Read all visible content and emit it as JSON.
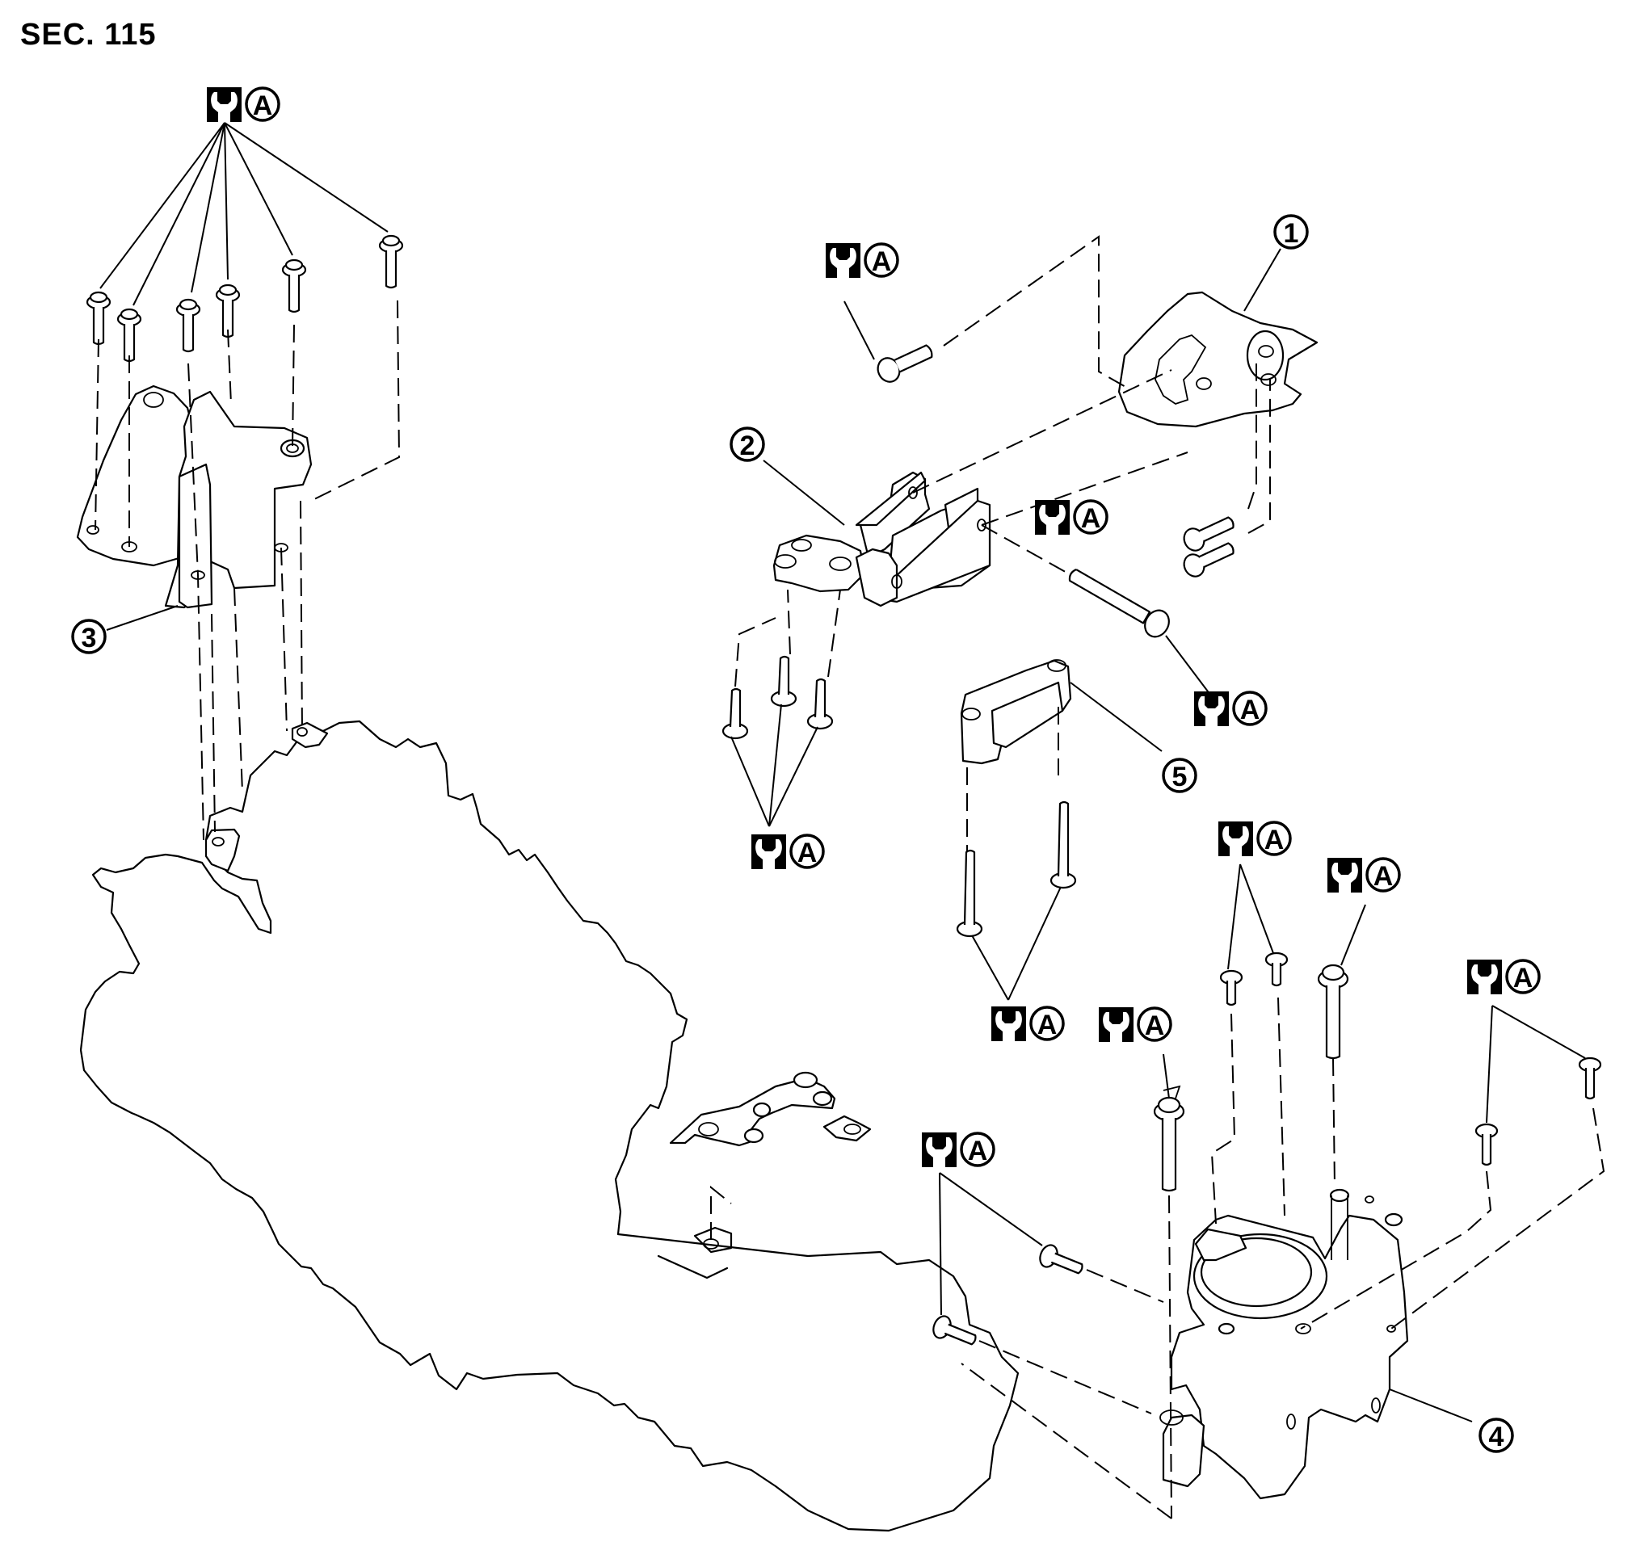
{
  "header": {
    "section_label": "SEC. 115"
  },
  "torque_symbol": {
    "icon": "torque-wrench-icon",
    "spec_letter": "A",
    "meaning": "tightening torque spec A"
  },
  "torque_labels": [
    {
      "id": "t1",
      "letter": "A"
    },
    {
      "id": "t2",
      "letter": "A"
    },
    {
      "id": "t3",
      "letter": "A"
    },
    {
      "id": "t4",
      "letter": "A"
    },
    {
      "id": "t5",
      "letter": "A"
    },
    {
      "id": "t6",
      "letter": "A"
    },
    {
      "id": "t7",
      "letter": "A"
    },
    {
      "id": "t8",
      "letter": "A"
    },
    {
      "id": "t9",
      "letter": "A"
    },
    {
      "id": "t10",
      "letter": "A"
    },
    {
      "id": "t11",
      "letter": "A"
    }
  ],
  "callouts": [
    {
      "number": "1"
    },
    {
      "number": "2"
    },
    {
      "number": "3"
    },
    {
      "number": "4"
    },
    {
      "number": "5"
    }
  ]
}
